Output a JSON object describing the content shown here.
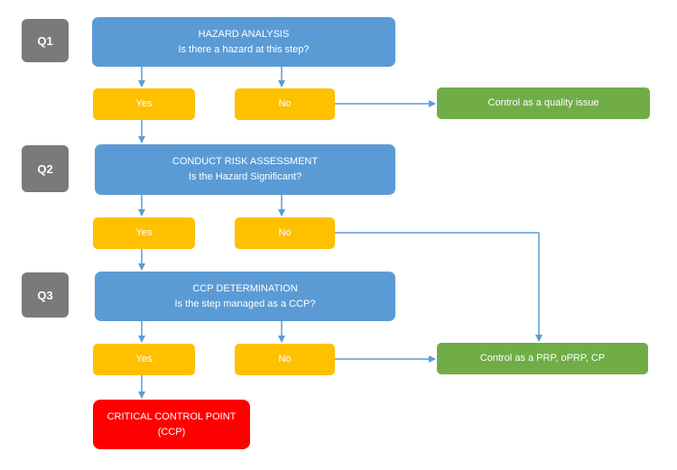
{
  "questions": [
    "Q1",
    "Q2",
    "Q3"
  ],
  "steps": [
    {
      "title": "HAZARD ANALYSIS",
      "question": "Is there a hazard at this step?"
    },
    {
      "title": "CONDUCT RISK ASSESSMENT",
      "question": "Is the Hazard Significant?"
    },
    {
      "title": "CCP DETERMINATION",
      "question": "Is the step managed as a CCP?"
    }
  ],
  "answers": {
    "yes": "Yes",
    "no": "No"
  },
  "outcomes": {
    "quality": "Control as a quality issue",
    "prp": "Control as a PRP, oPRP, CP",
    "ccp_line1": "CRITICAL CONTROL POINT",
    "ccp_line2": "(CCP)"
  },
  "colors": {
    "question_badge": "#7a7a7a",
    "step": "#5b9bd5",
    "answer": "#ffc000",
    "control": "#70ad47",
    "ccp": "#ff0000",
    "arrow": "#5b9bd5"
  }
}
